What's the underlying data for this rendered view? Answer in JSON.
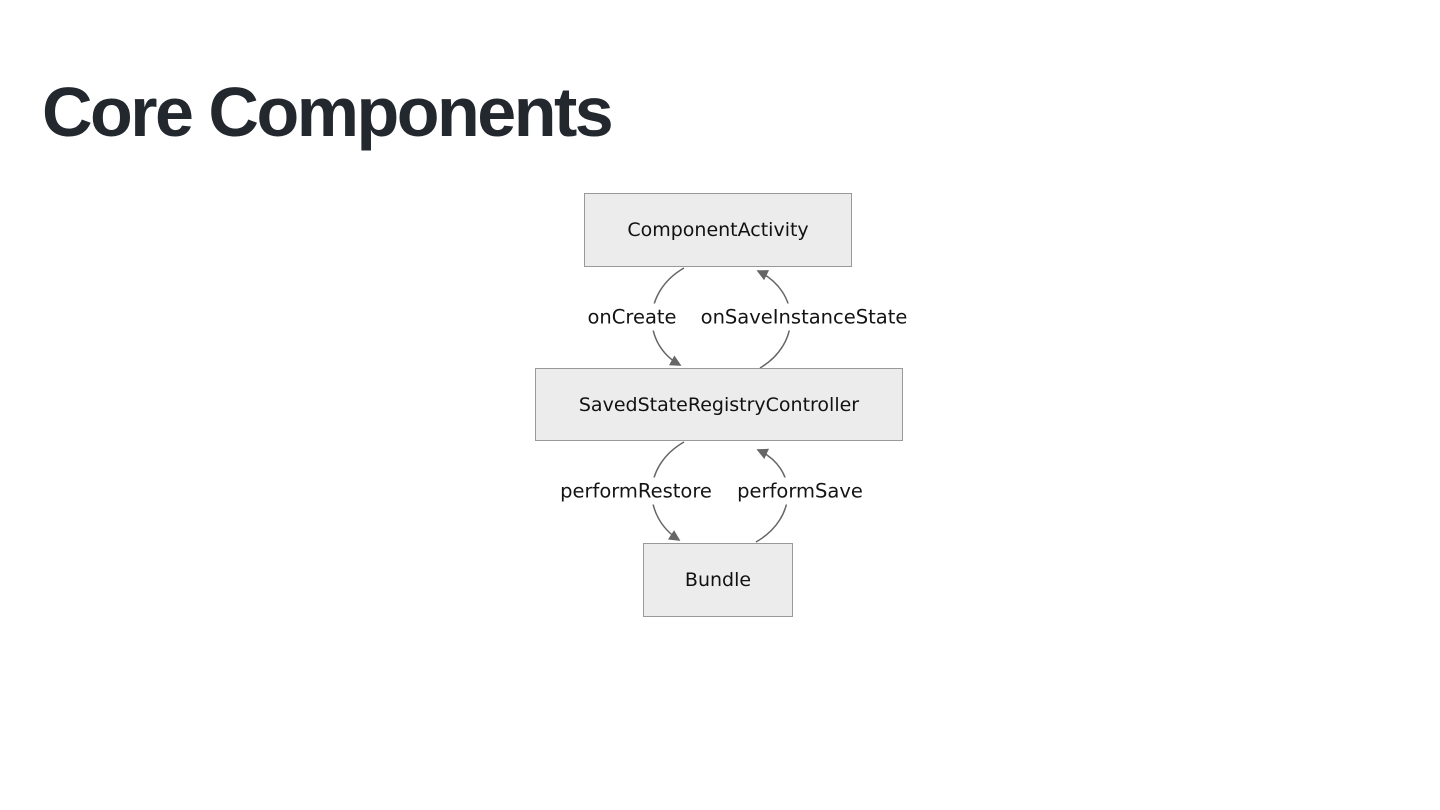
{
  "slide": {
    "title": "Core Components"
  },
  "diagram": {
    "nodes": [
      {
        "id": "component-activity",
        "label": "ComponentActivity"
      },
      {
        "id": "saved-state-registry-controller",
        "label": "SavedStateRegistryController"
      },
      {
        "id": "bundle",
        "label": "Bundle"
      }
    ],
    "edges": [
      {
        "from": "ComponentActivity",
        "to": "SavedStateRegistryController",
        "label": "onCreate",
        "direction": "down"
      },
      {
        "from": "SavedStateRegistryController",
        "to": "ComponentActivity",
        "label": "onSaveInstanceState",
        "direction": "up"
      },
      {
        "from": "SavedStateRegistryController",
        "to": "Bundle",
        "label": "performRestore",
        "direction": "down"
      },
      {
        "from": "Bundle",
        "to": "SavedStateRegistryController",
        "label": "performSave",
        "direction": "up"
      }
    ]
  },
  "colors": {
    "background": "#ffffff",
    "title_text": "#23272e",
    "node_fill": "#ececec",
    "node_border": "#999999",
    "arrow_stroke": "#666666",
    "label_text": "#141414"
  }
}
